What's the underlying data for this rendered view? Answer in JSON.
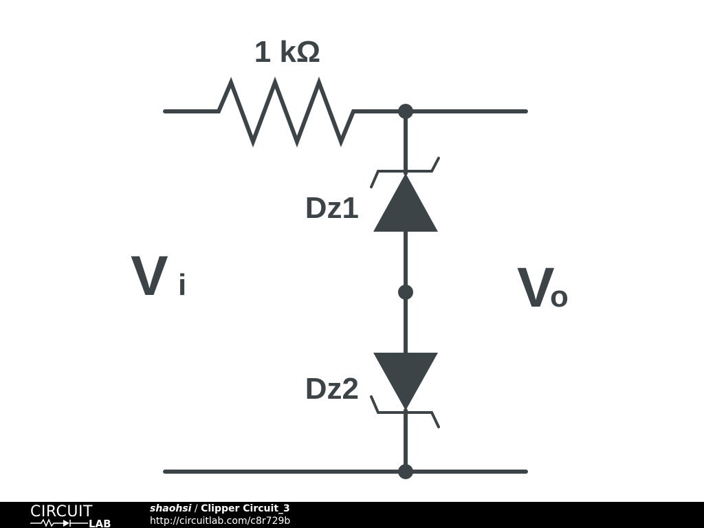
{
  "circuit": {
    "resistor_label": "1 kΩ",
    "zener1_label": "Dz1",
    "zener2_label": "Dz2",
    "input_label_main": "V",
    "input_label_sub": "i",
    "output_label_main": "V",
    "output_label_sub": "o",
    "colors": {
      "ink": "#3d4448",
      "background": "#ffffff"
    }
  },
  "footer": {
    "logo_top": "CIRCUIT",
    "logo_bottom": "LAB",
    "author": "shaohsi",
    "separator": " / ",
    "title": "Clipper Circuit_3",
    "url": "http://circuitlab.com/c8r729b",
    "colors": {
      "background": "#000000",
      "text": "#ffffff"
    }
  }
}
